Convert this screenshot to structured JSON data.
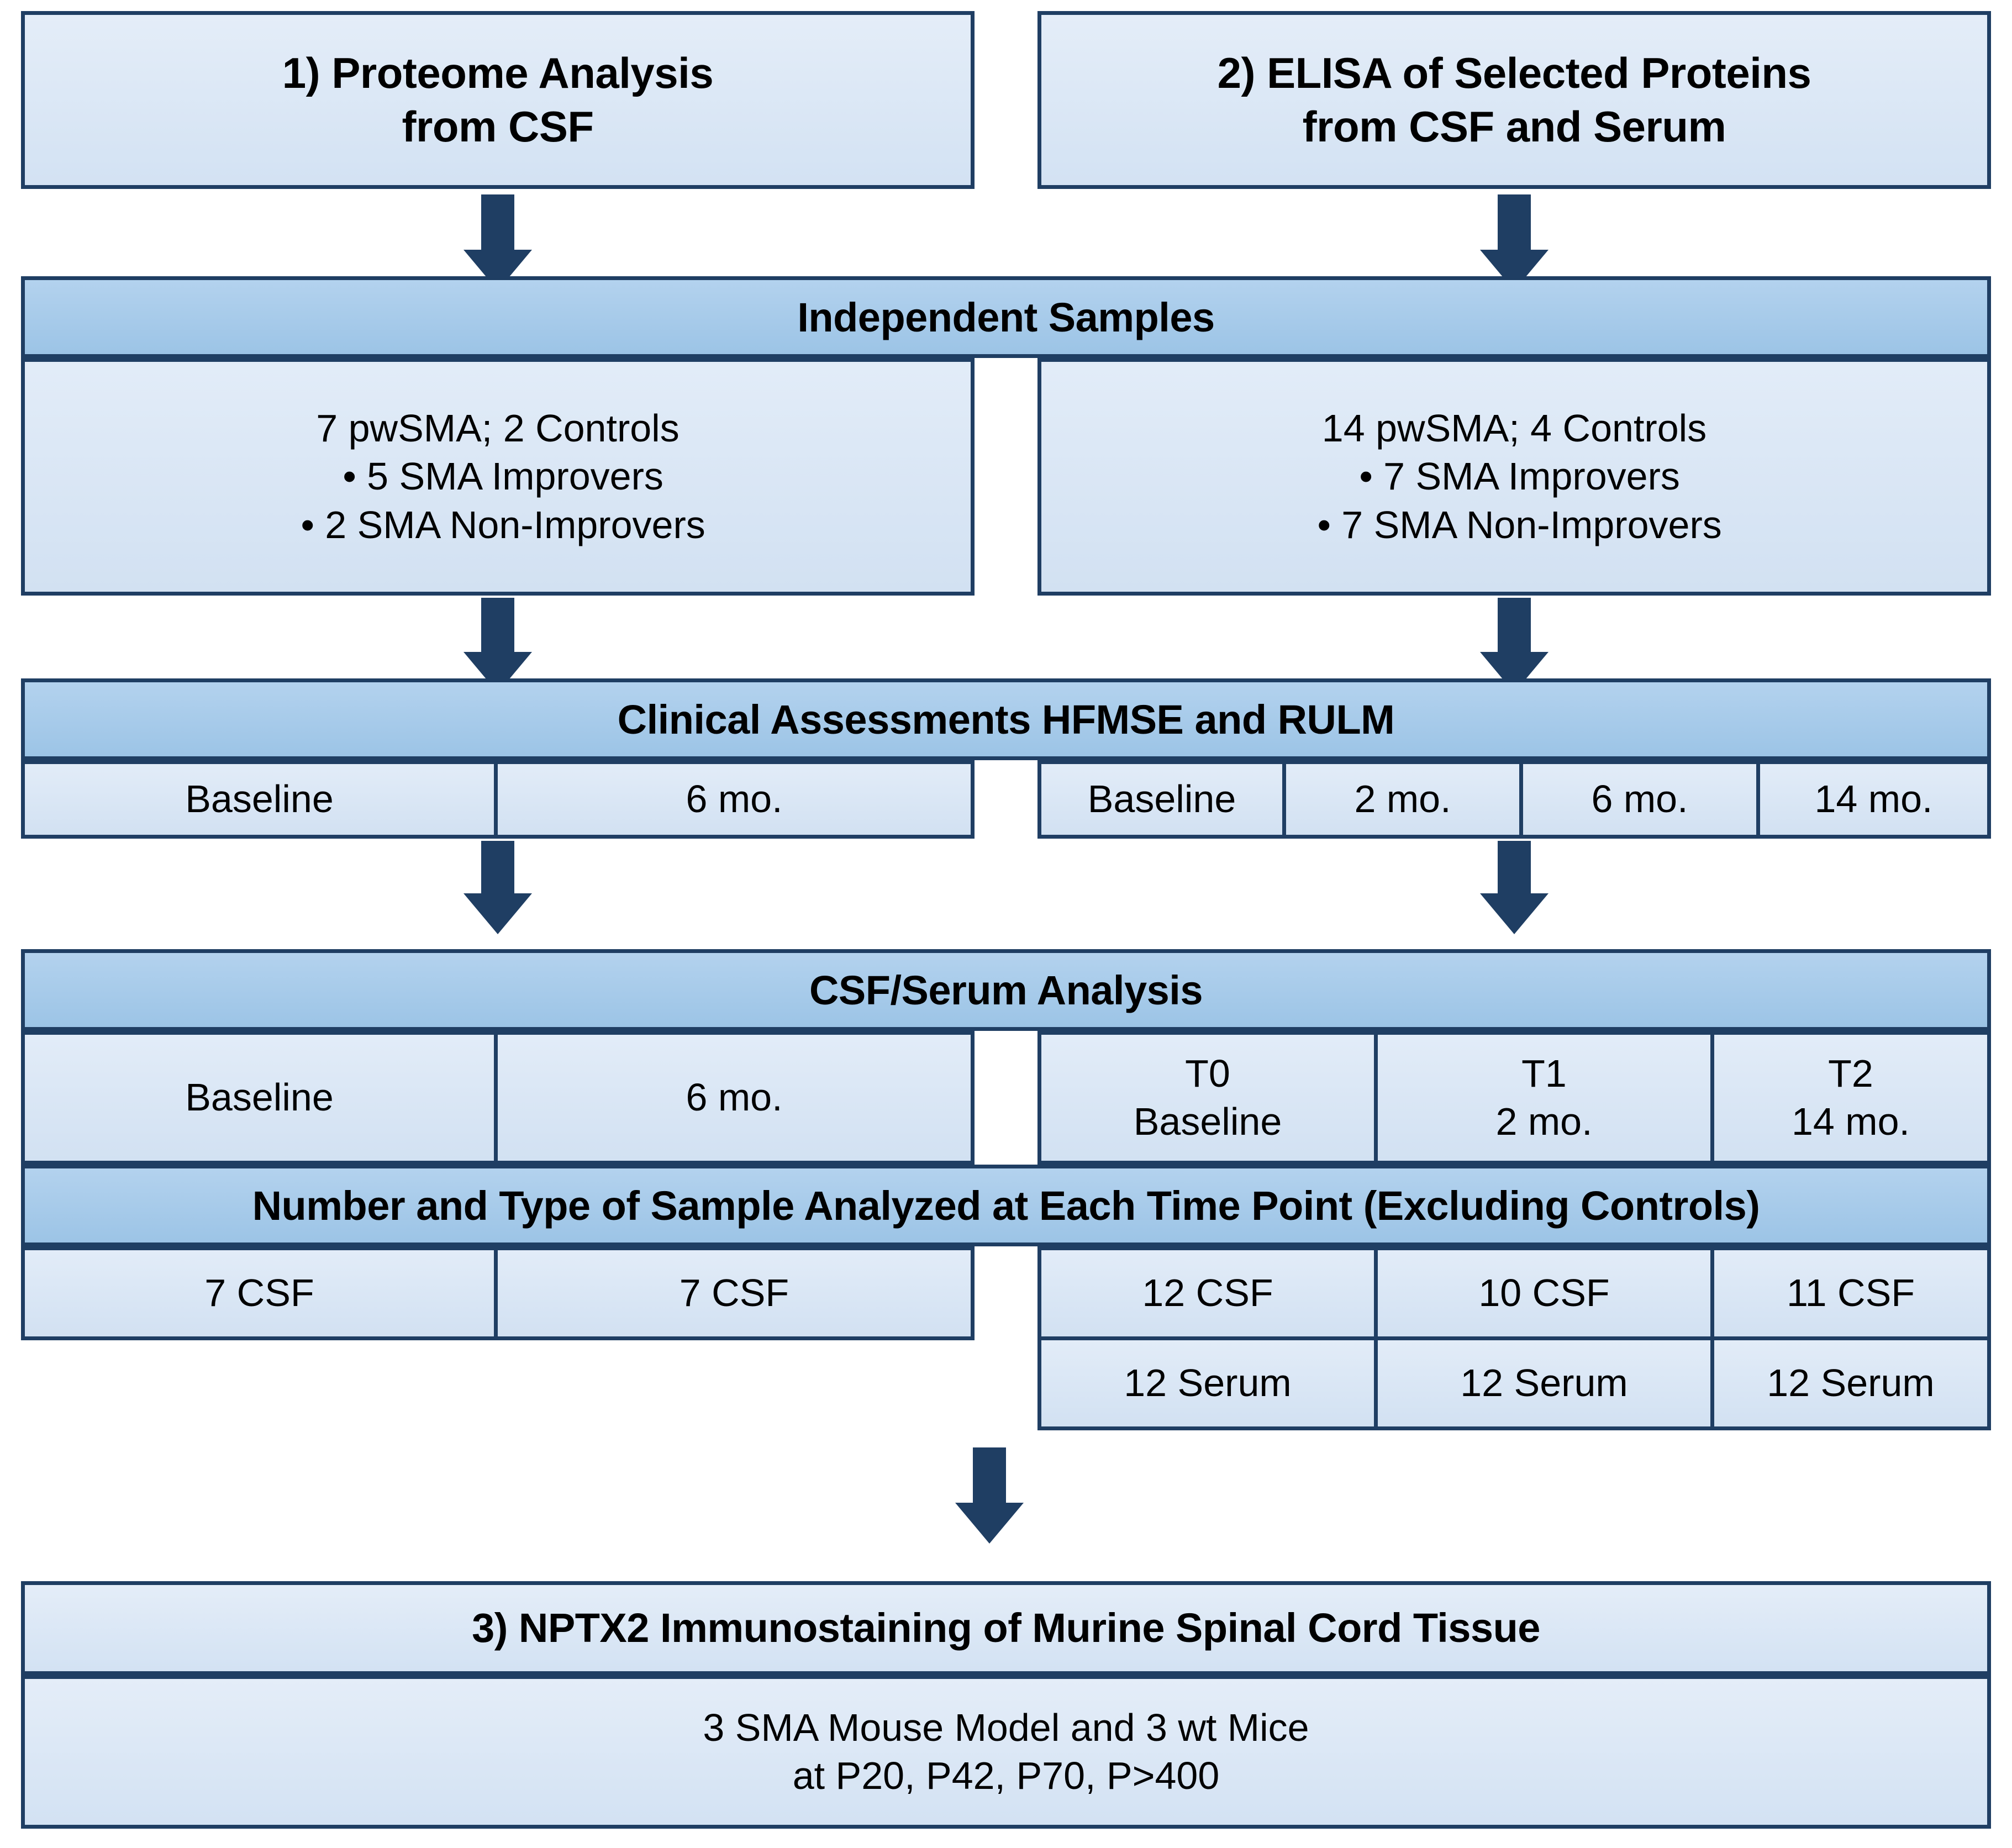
{
  "colors": {
    "border": "#1F3E63",
    "arrow": "#1F3E63",
    "band_fill": "#9CC4E6",
    "cell_fill": "#D8E6F6"
  },
  "top_boxes": {
    "left": {
      "line1": "1) Proteome Analysis",
      "line2": "from CSF"
    },
    "right": {
      "line1": "2) ELISA of Selected Proteins",
      "line2": "from CSF and Serum"
    }
  },
  "independent_samples": {
    "band_label": "Independent Samples",
    "left": {
      "header": "7 pwSMA; 2 Controls",
      "bullets": [
        "5 SMA Improvers",
        "2 SMA Non-Improvers"
      ]
    },
    "right": {
      "header": "14 pwSMA; 4 Controls",
      "bullets": [
        "7 SMA Improvers",
        "7 SMA Non-Improvers"
      ]
    }
  },
  "clinical_assessments": {
    "band_label": "Clinical Assessments HFMSE and RULM",
    "left_timepoints": [
      "Baseline",
      "6 mo."
    ],
    "right_timepoints": [
      "Baseline",
      "2 mo.",
      "6 mo.",
      "14 mo."
    ]
  },
  "csf_serum_analysis": {
    "band_label": "CSF/Serum Analysis",
    "left_timepoints": [
      {
        "line1": "Baseline",
        "line2": ""
      },
      {
        "line1": "6 mo.",
        "line2": ""
      }
    ],
    "right_timepoints": [
      {
        "line1": "T0",
        "line2": "Baseline"
      },
      {
        "line1": "T1",
        "line2": "2 mo."
      },
      {
        "line1": "T2",
        "line2": "14 mo."
      }
    ],
    "counts_band_label": "Number and Type of Sample Analyzed at Each Time Point (Excluding Controls)",
    "left_counts_csf": [
      "7 CSF",
      "7 CSF"
    ],
    "right_counts_csf": [
      "12 CSF",
      "10 CSF",
      "11 CSF"
    ],
    "right_counts_serum": [
      "12 Serum",
      "12 Serum",
      "12 Serum"
    ]
  },
  "immunostaining": {
    "band_label": "3) NPTX2 Immunostaining of Murine Spinal Cord Tissue",
    "body_line1": "3 SMA Mouse Model and 3 wt Mice",
    "body_line2": "at P20, P42, P70, P>400"
  }
}
